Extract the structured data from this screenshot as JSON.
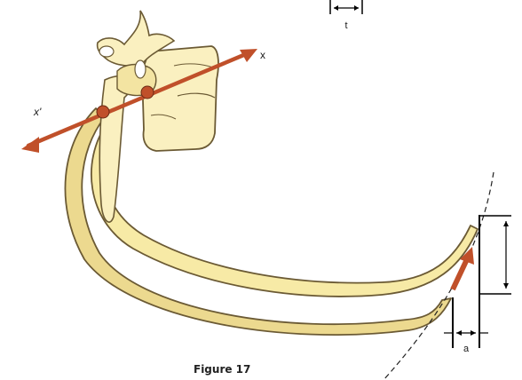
{
  "figure": {
    "caption": "Figure 17",
    "labels": {
      "axis_right": "x",
      "axis_left": "x'",
      "top_dim": "t",
      "bottom_dim": "a"
    },
    "colors": {
      "bone_fill": "#f7eaa6",
      "bone_fill_dark": "#e9d48a",
      "bone_outline": "#6b5a34",
      "axis_arrow": "#c0502a",
      "vertebra_fill": "#faf0c0",
      "line": "#000000"
    }
  }
}
